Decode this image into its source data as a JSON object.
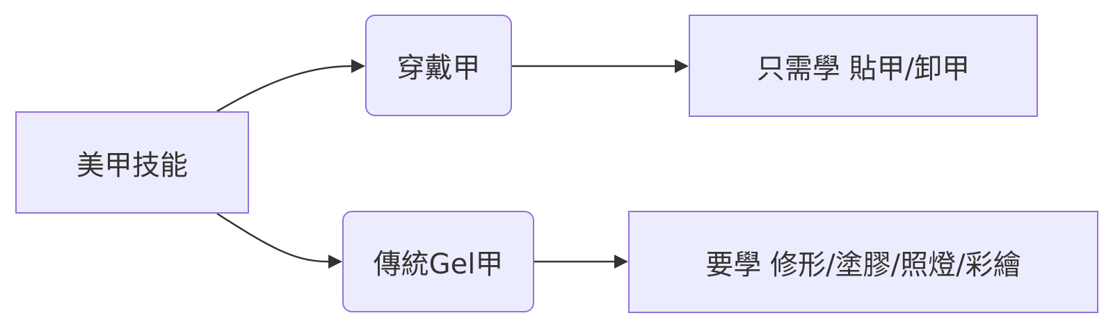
{
  "diagram": {
    "type": "flowchart",
    "direction": "left-to-right",
    "colors": {
      "node_fill": "#ececff",
      "node_border": "#9370db",
      "edge": "#333333",
      "text": "#333333"
    },
    "nodes": [
      {
        "id": "root",
        "label": "美甲技能",
        "shape": "rect"
      },
      {
        "id": "press",
        "label": "穿戴甲",
        "shape": "rounded"
      },
      {
        "id": "press_result",
        "label": "只需學 貼甲/卸甲",
        "shape": "rect"
      },
      {
        "id": "gel",
        "label": "傳統Gel甲",
        "shape": "rounded"
      },
      {
        "id": "gel_result",
        "label": "要學 修形/塗膠/照燈/彩繪",
        "shape": "rect"
      }
    ],
    "edges": [
      {
        "from": "root",
        "to": "press"
      },
      {
        "from": "press",
        "to": "press_result"
      },
      {
        "from": "root",
        "to": "gel"
      },
      {
        "from": "gel",
        "to": "gel_result"
      }
    ]
  }
}
